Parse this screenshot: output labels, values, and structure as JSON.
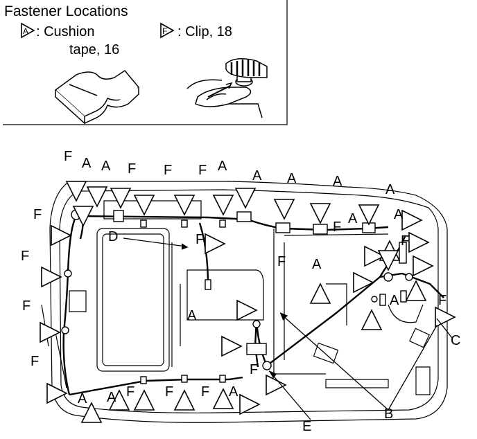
{
  "title": "Fastener Locations",
  "legend": {
    "cushion_label": ": Cushion",
    "cushion_label_2": "tape, 16",
    "clip_label": ": Clip, 18",
    "cushion_symbol": "A",
    "clip_symbol": "F"
  },
  "callouts": {
    "B": "B",
    "C": "C",
    "D": "D",
    "E": "E"
  },
  "marker_letters": {
    "A": "A",
    "F": "F"
  },
  "colors": {
    "line": "#000000",
    "background": "#ffffff"
  }
}
